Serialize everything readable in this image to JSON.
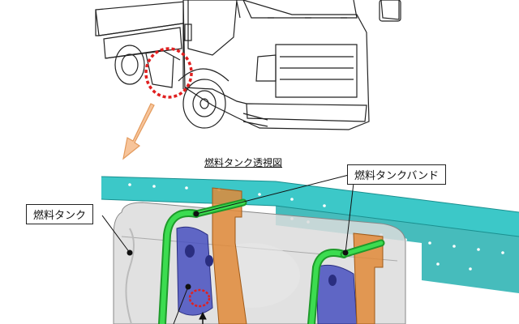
{
  "section_title": "燃料タンク透視図",
  "labels": {
    "fuel_tank": "燃料タンク",
    "fuel_tank_band": "燃料タンクバンド"
  },
  "colors": {
    "frame": "#3cc8c8",
    "band": "#28c83c",
    "bracket": "#e08a38",
    "inner": "#4850c0",
    "tank": "#d8d8d8",
    "highlight": "#e02020",
    "arrow": "#f4b078"
  }
}
